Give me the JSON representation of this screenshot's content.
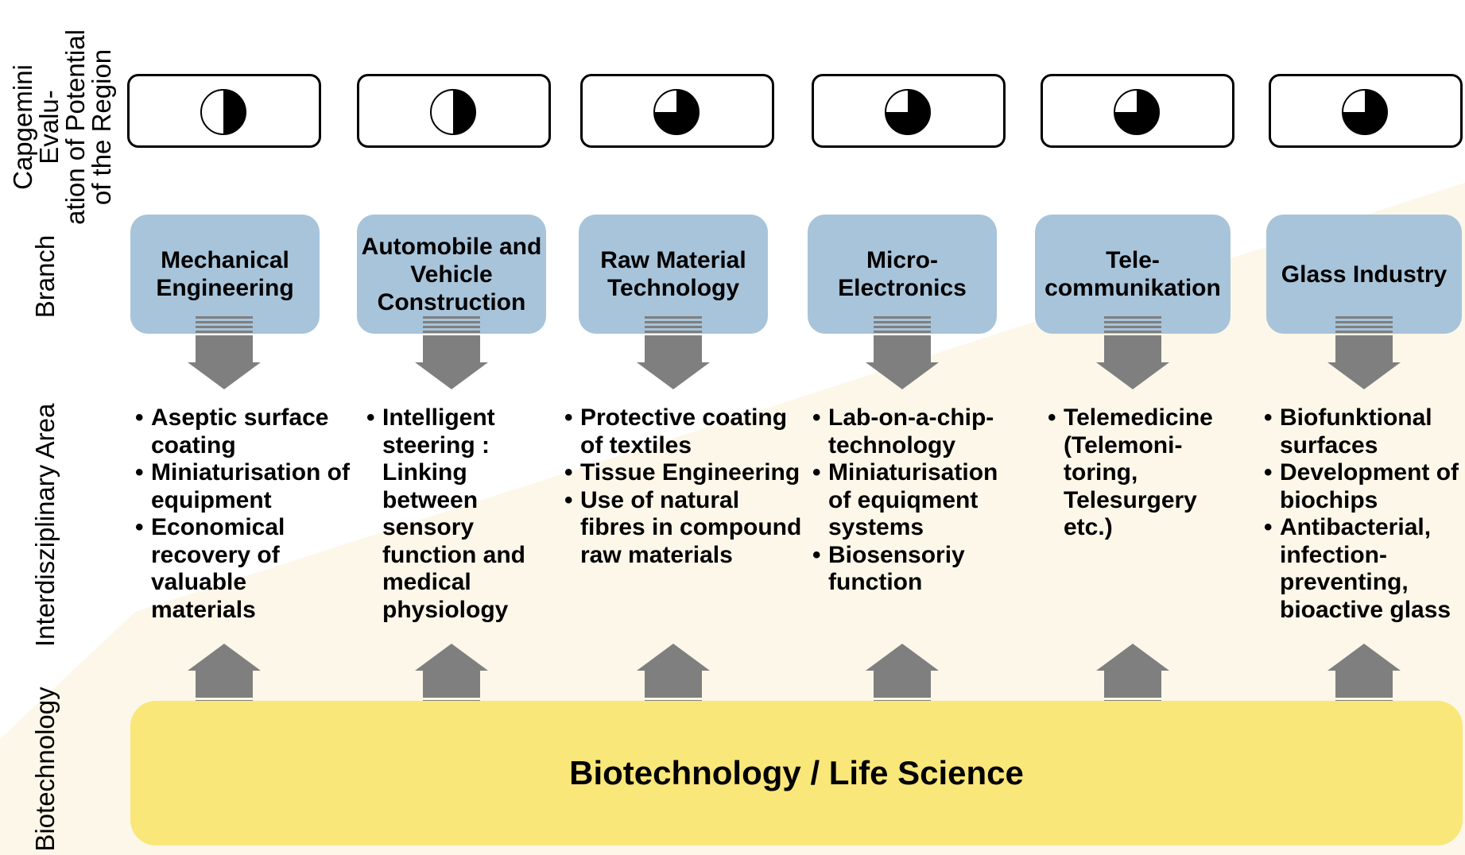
{
  "row_labels": {
    "evaluation": "Capgemini Evalu-\nation of Potential\nof the Region",
    "branch": "Branch",
    "area": "Interdisziplinary Area",
    "biotech": "Biotechnology"
  },
  "columns": [
    {
      "branch": "Mechanical Engineering",
      "rating_fraction": 0.5,
      "areas": [
        "Aseptic surface coating",
        "Miniaturisation of equipment",
        "Economical recovery of valuable materials"
      ]
    },
    {
      "branch": "Automobile and Vehicle Construction",
      "rating_fraction": 0.5,
      "areas": [
        "Intelligent steering : Linking between sensory function and medical physiology"
      ]
    },
    {
      "branch": "Raw Material Technology",
      "rating_fraction": 0.75,
      "areas": [
        "Protective coating of textiles",
        "Tissue Engineering",
        "Use of natural fibres in compound raw materials"
      ]
    },
    {
      "branch": "Micro-Electronics",
      "rating_fraction": 0.75,
      "areas": [
        "Lab-on-a-chip-technology",
        "Miniaturisation of equiqment systems",
        "Biosensoriy function"
      ]
    },
    {
      "branch": "Tele-communikation",
      "rating_fraction": 0.75,
      "areas": [
        "Telemedicine (Telemoni-toring, Telesurgery etc.)"
      ]
    },
    {
      "branch": "Glass Industry",
      "rating_fraction": 0.75,
      "areas": [
        "Biofunktional surfaces",
        "Development of biochips",
        "Antibacterial, infection-preventing, bioactive glass"
      ]
    }
  ],
  "base": {
    "title": "Biotechnology / Life Science"
  },
  "colors": {
    "branch_fill": "#a8c4da",
    "base_fill": "#f9e77a",
    "arrow_fill": "#7f7f7f",
    "wedge_fill": "#fdf7e9"
  }
}
